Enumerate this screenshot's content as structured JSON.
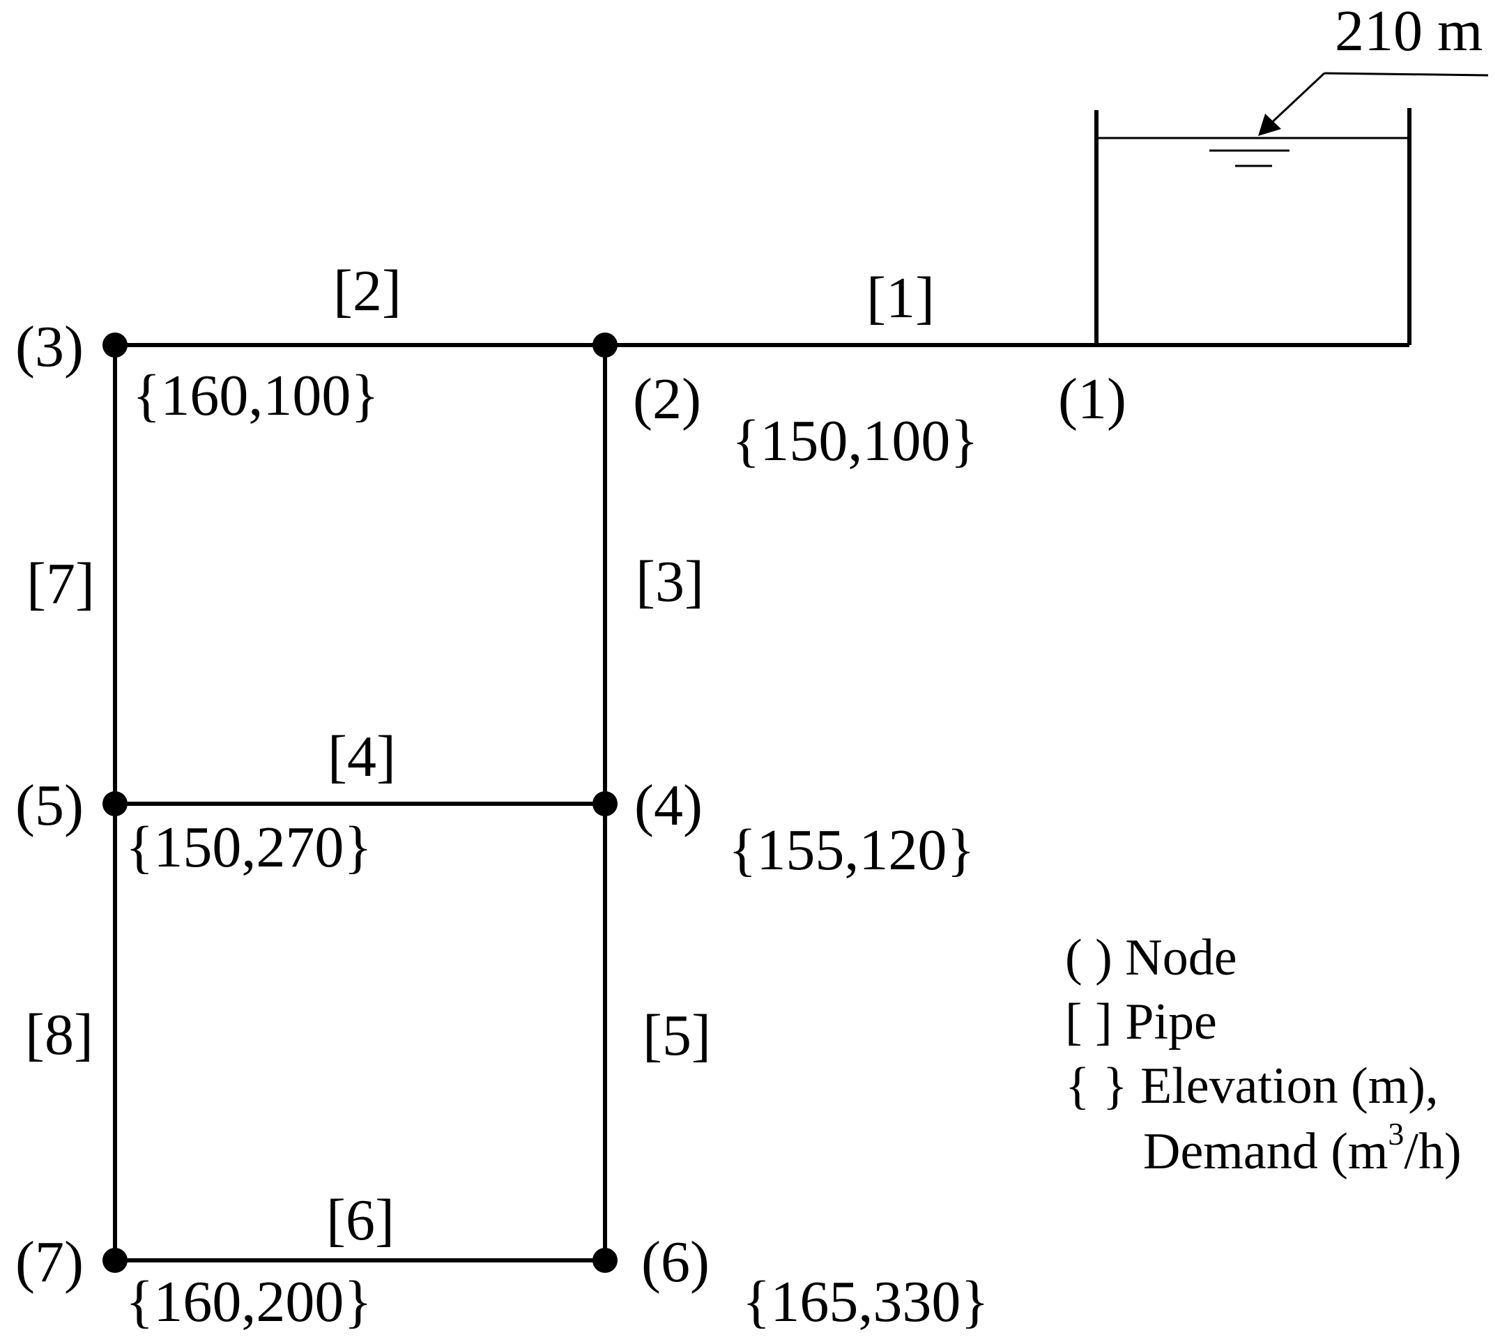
{
  "reservoir": {
    "level_label": "210 m"
  },
  "pipes": {
    "p1": "[1]",
    "p2": "[2]",
    "p3": "[3]",
    "p4": "[4]",
    "p5": "[5]",
    "p6": "[6]",
    "p7": "[7]",
    "p8": "[8]"
  },
  "nodes": {
    "n1": {
      "label": "(1)"
    },
    "n2": {
      "label": "(2)",
      "data": "{150,100}"
    },
    "n3": {
      "label": "(3)",
      "data": "{160,100}"
    },
    "n4": {
      "label": "(4)",
      "data": "{155,120}"
    },
    "n5": {
      "label": "(5)",
      "data": "{150,270}"
    },
    "n6": {
      "label": "(6)",
      "data": "{165,330}"
    },
    "n7": {
      "label": "(7)",
      "data": "{160,200}"
    }
  },
  "legend": {
    "node": "( ) Node",
    "pipe": "[ ] Pipe",
    "elevation": "{ }  Elevation (m),",
    "demand_a": "Demand (m",
    "demand_sup": "3",
    "demand_b": "/h)"
  }
}
